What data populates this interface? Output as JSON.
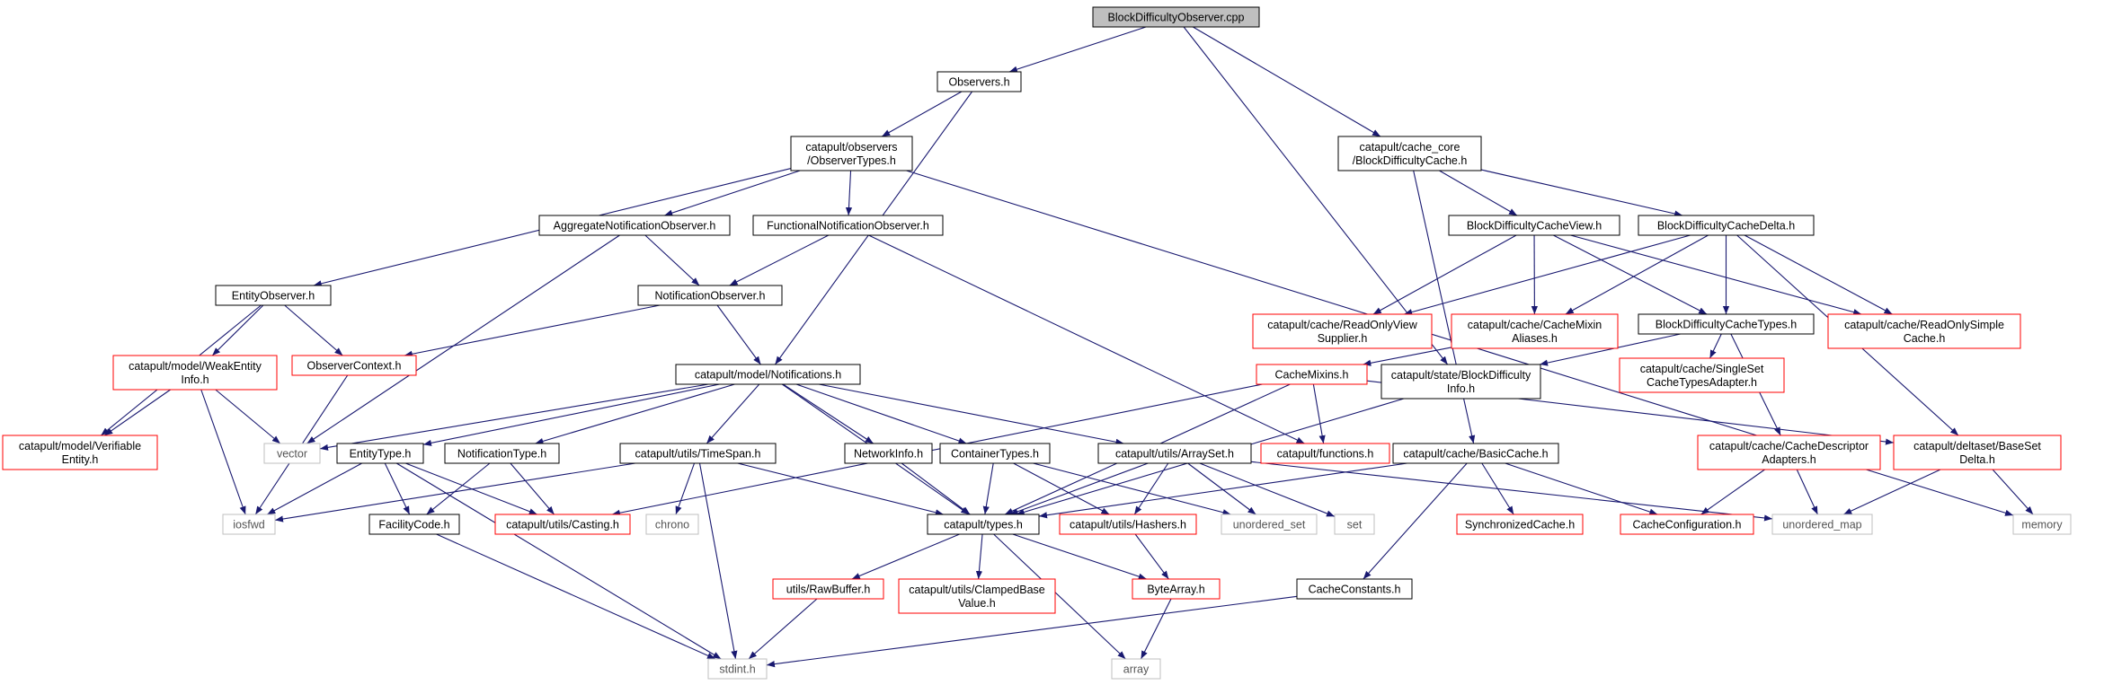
{
  "colors": {
    "edge": "#191970",
    "root_fill": "#bfbfbf",
    "normal_border": "#000000",
    "incomplete_border": "#ff0000",
    "system_border": "#bfbfbf",
    "system_text": "#555555"
  },
  "nodes": [
    {
      "id": "root",
      "lines": [
        "BlockDifficultyObserver.cpp"
      ],
      "kind": "root"
    },
    {
      "id": "observers",
      "lines": [
        "Observers.h"
      ],
      "kind": "normal"
    },
    {
      "id": "cache_core",
      "lines": [
        "catapult/cache_core",
        "/BlockDifficultyCache.h"
      ],
      "kind": "normal"
    },
    {
      "id": "observer_types",
      "lines": [
        "catapult/observers",
        "/ObserverTypes.h"
      ],
      "kind": "normal"
    },
    {
      "id": "agg_notif_obs",
      "lines": [
        "AggregateNotificationObserver.h"
      ],
      "kind": "normal"
    },
    {
      "id": "func_notif_obs",
      "lines": [
        "FunctionalNotificationObserver.h"
      ],
      "kind": "normal"
    },
    {
      "id": "bdc_view",
      "lines": [
        "BlockDifficultyCacheView.h"
      ],
      "kind": "normal"
    },
    {
      "id": "bdc_delta",
      "lines": [
        "BlockDifficultyCacheDelta.h"
      ],
      "kind": "normal"
    },
    {
      "id": "entity_observer",
      "lines": [
        "EntityObserver.h"
      ],
      "kind": "normal"
    },
    {
      "id": "notif_observer",
      "lines": [
        "NotificationObserver.h"
      ],
      "kind": "normal"
    },
    {
      "id": "readonly_view",
      "lines": [
        "catapult/cache/ReadOnlyView",
        "Supplier.h"
      ],
      "kind": "incomplete"
    },
    {
      "id": "cache_mixin_aliases",
      "lines": [
        "catapult/cache/CacheMixin",
        "Aliases.h"
      ],
      "kind": "incomplete"
    },
    {
      "id": "bdc_types",
      "lines": [
        "BlockDifficultyCacheTypes.h"
      ],
      "kind": "normal"
    },
    {
      "id": "readonly_simple",
      "lines": [
        "catapult/cache/ReadOnlySimple",
        "Cache.h"
      ],
      "kind": "incomplete"
    },
    {
      "id": "weak_entity",
      "lines": [
        "catapult/model/WeakEntity",
        "Info.h"
      ],
      "kind": "incomplete"
    },
    {
      "id": "observer_context",
      "lines": [
        "ObserverContext.h"
      ],
      "kind": "incomplete"
    },
    {
      "id": "notifications",
      "lines": [
        "catapult/model/Notifications.h"
      ],
      "kind": "normal"
    },
    {
      "id": "cache_mixins",
      "lines": [
        "CacheMixins.h"
      ],
      "kind": "incomplete"
    },
    {
      "id": "state_bdi",
      "lines": [
        "catapult/state/BlockDifficulty",
        "Info.h"
      ],
      "kind": "normal"
    },
    {
      "id": "single_set",
      "lines": [
        "catapult/cache/SingleSet",
        "CacheTypesAdapter.h"
      ],
      "kind": "incomplete"
    },
    {
      "id": "verifiable_entity",
      "lines": [
        "catapult/model/Verifiable",
        "Entity.h"
      ],
      "kind": "incomplete"
    },
    {
      "id": "vector",
      "lines": [
        "vector"
      ],
      "kind": "system"
    },
    {
      "id": "entity_type",
      "lines": [
        "EntityType.h"
      ],
      "kind": "normal"
    },
    {
      "id": "notification_type",
      "lines": [
        "NotificationType.h"
      ],
      "kind": "normal"
    },
    {
      "id": "timespan",
      "lines": [
        "catapult/utils/TimeSpan.h"
      ],
      "kind": "normal"
    },
    {
      "id": "network_info",
      "lines": [
        "NetworkInfo.h"
      ],
      "kind": "normal"
    },
    {
      "id": "container_types",
      "lines": [
        "ContainerTypes.h"
      ],
      "kind": "normal"
    },
    {
      "id": "array_set",
      "lines": [
        "catapult/utils/ArraySet.h"
      ],
      "kind": "normal"
    },
    {
      "id": "functions",
      "lines": [
        "catapult/functions.h"
      ],
      "kind": "incomplete"
    },
    {
      "id": "basic_cache",
      "lines": [
        "catapult/cache/BasicCache.h"
      ],
      "kind": "normal"
    },
    {
      "id": "cache_desc_adapters",
      "lines": [
        "catapult/cache/CacheDescriptor",
        "Adapters.h"
      ],
      "kind": "incomplete"
    },
    {
      "id": "baseset_delta",
      "lines": [
        "catapult/deltaset/BaseSet",
        "Delta.h"
      ],
      "kind": "incomplete"
    },
    {
      "id": "iosfwd",
      "lines": [
        "iosfwd"
      ],
      "kind": "system"
    },
    {
      "id": "facility_code",
      "lines": [
        "FacilityCode.h"
      ],
      "kind": "normal"
    },
    {
      "id": "casting",
      "lines": [
        "catapult/utils/Casting.h"
      ],
      "kind": "incomplete"
    },
    {
      "id": "chrono",
      "lines": [
        "chrono"
      ],
      "kind": "system"
    },
    {
      "id": "types",
      "lines": [
        "catapult/types.h"
      ],
      "kind": "normal"
    },
    {
      "id": "hashers",
      "lines": [
        "catapult/utils/Hashers.h"
      ],
      "kind": "incomplete"
    },
    {
      "id": "unordered_set",
      "lines": [
        "unordered_set"
      ],
      "kind": "system"
    },
    {
      "id": "set",
      "lines": [
        "set"
      ],
      "kind": "system"
    },
    {
      "id": "synchronized_cache",
      "lines": [
        "SynchronizedCache.h"
      ],
      "kind": "incomplete"
    },
    {
      "id": "cache_config",
      "lines": [
        "CacheConfiguration.h"
      ],
      "kind": "incomplete"
    },
    {
      "id": "unordered_map",
      "lines": [
        "unordered_map"
      ],
      "kind": "system"
    },
    {
      "id": "memory",
      "lines": [
        "memory"
      ],
      "kind": "system"
    },
    {
      "id": "raw_buffer",
      "lines": [
        "utils/RawBuffer.h"
      ],
      "kind": "incomplete"
    },
    {
      "id": "clamped_base",
      "lines": [
        "catapult/utils/ClampedBase",
        "Value.h"
      ],
      "kind": "incomplete"
    },
    {
      "id": "byte_array",
      "lines": [
        "ByteArray.h"
      ],
      "kind": "incomplete"
    },
    {
      "id": "cache_constants",
      "lines": [
        "CacheConstants.h"
      ],
      "kind": "normal"
    },
    {
      "id": "stdint",
      "lines": [
        "stdint.h"
      ],
      "kind": "system"
    },
    {
      "id": "array",
      "lines": [
        "array"
      ],
      "kind": "system"
    }
  ],
  "edges": [
    [
      "root",
      "observers"
    ],
    [
      "root",
      "cache_core"
    ],
    [
      "root",
      "state_bdi"
    ],
    [
      "observers",
      "observer_types"
    ],
    [
      "observers",
      "notifications"
    ],
    [
      "observer_types",
      "entity_observer"
    ],
    [
      "observer_types",
      "agg_notif_obs"
    ],
    [
      "observer_types",
      "func_notif_obs"
    ],
    [
      "observer_types",
      "memory"
    ],
    [
      "agg_notif_obs",
      "notif_observer"
    ],
    [
      "agg_notif_obs",
      "vector"
    ],
    [
      "func_notif_obs",
      "notif_observer"
    ],
    [
      "func_notif_obs",
      "functions"
    ],
    [
      "entity_observer",
      "weak_entity"
    ],
    [
      "entity_observer",
      "observer_context"
    ],
    [
      "entity_observer",
      "verifiable_entity"
    ],
    [
      "notif_observer",
      "notifications"
    ],
    [
      "notif_observer",
      "observer_context"
    ],
    [
      "observer_context",
      "iosfwd"
    ],
    [
      "weak_entity",
      "verifiable_entity"
    ],
    [
      "weak_entity",
      "vector"
    ],
    [
      "weak_entity",
      "iosfwd"
    ],
    [
      "notifications",
      "vector"
    ],
    [
      "notifications",
      "entity_type"
    ],
    [
      "notifications",
      "notification_type"
    ],
    [
      "notifications",
      "timespan"
    ],
    [
      "notifications",
      "network_info"
    ],
    [
      "notifications",
      "container_types"
    ],
    [
      "notifications",
      "array_set"
    ],
    [
      "notifications",
      "types"
    ],
    [
      "entity_type",
      "iosfwd"
    ],
    [
      "entity_type",
      "facility_code"
    ],
    [
      "entity_type",
      "casting"
    ],
    [
      "entity_type",
      "stdint"
    ],
    [
      "notification_type",
      "facility_code"
    ],
    [
      "notification_type",
      "casting"
    ],
    [
      "facility_code",
      "stdint"
    ],
    [
      "timespan",
      "iosfwd"
    ],
    [
      "timespan",
      "chrono"
    ],
    [
      "timespan",
      "stdint"
    ],
    [
      "timespan",
      "types"
    ],
    [
      "network_info",
      "types"
    ],
    [
      "container_types",
      "types"
    ],
    [
      "container_types",
      "hashers"
    ],
    [
      "container_types",
      "unordered_set"
    ],
    [
      "array_set",
      "types"
    ],
    [
      "array_set",
      "hashers"
    ],
    [
      "array_set",
      "unordered_set"
    ],
    [
      "array_set",
      "set"
    ],
    [
      "array_set",
      "unordered_map"
    ],
    [
      "types",
      "raw_buffer"
    ],
    [
      "types",
      "clamped_base"
    ],
    [
      "types",
      "byte_array"
    ],
    [
      "types",
      "array"
    ],
    [
      "raw_buffer",
      "stdint"
    ],
    [
      "byte_array",
      "array"
    ],
    [
      "hashers",
      "byte_array"
    ],
    [
      "cache_core",
      "bdc_view"
    ],
    [
      "cache_core",
      "bdc_delta"
    ],
    [
      "cache_core",
      "basic_cache"
    ],
    [
      "bdc_view",
      "readonly_view"
    ],
    [
      "bdc_view",
      "cache_mixin_aliases"
    ],
    [
      "bdc_view",
      "bdc_types"
    ],
    [
      "bdc_view",
      "readonly_simple"
    ],
    [
      "bdc_delta",
      "readonly_view"
    ],
    [
      "bdc_delta",
      "cache_mixin_aliases"
    ],
    [
      "bdc_delta",
      "bdc_types"
    ],
    [
      "bdc_delta",
      "readonly_simple"
    ],
    [
      "bdc_delta",
      "baseset_delta"
    ],
    [
      "cache_mixin_aliases",
      "cache_mixins"
    ],
    [
      "cache_mixins",
      "casting"
    ],
    [
      "cache_mixins",
      "functions"
    ],
    [
      "cache_mixins",
      "baseset_delta"
    ],
    [
      "cache_mixins",
      "types"
    ],
    [
      "bdc_types",
      "state_bdi"
    ],
    [
      "bdc_types",
      "single_set"
    ],
    [
      "bdc_types",
      "cache_desc_adapters"
    ],
    [
      "state_bdi",
      "types"
    ],
    [
      "cache_desc_adapters",
      "cache_config"
    ],
    [
      "cache_desc_adapters",
      "unordered_map"
    ],
    [
      "baseset_delta",
      "unordered_map"
    ],
    [
      "baseset_delta",
      "memory"
    ],
    [
      "basic_cache",
      "synchronized_cache"
    ],
    [
      "basic_cache",
      "cache_config"
    ],
    [
      "basic_cache",
      "cache_constants"
    ],
    [
      "basic_cache",
      "types"
    ],
    [
      "cache_constants",
      "stdint"
    ]
  ]
}
